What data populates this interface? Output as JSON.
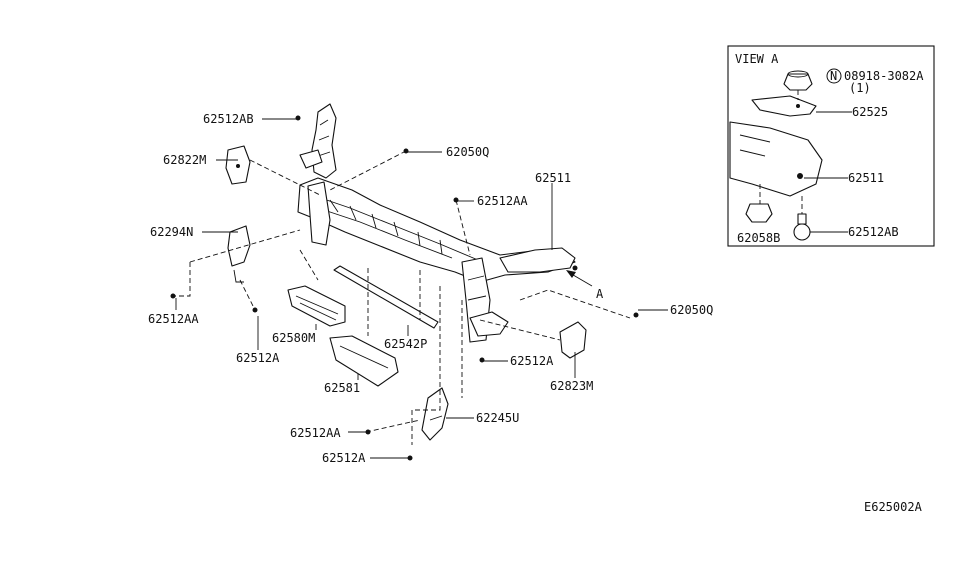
{
  "diagram": {
    "view_a_title": "VIEW A",
    "arrow_label": "A",
    "drawing_code": "E625002A",
    "labels": {
      "p62512AB": "62512AB",
      "p62822M": "62822M",
      "p62294N": "62294N",
      "p62512AA_left": "62512AA",
      "p62512A_left": "62512A",
      "p62580M": "62580M",
      "p62581": "62581",
      "p62542P": "62542P",
      "p62050Q_top": "62050Q",
      "p62512AA_mid": "62512AA",
      "p62511": "62511",
      "p62050Q_right": "62050Q",
      "p62512A_right": "62512A",
      "p62823M": "62823M",
      "p62245U": "62245U",
      "p62512AA_bottom": "62512AA",
      "p62512A_bottom": "62512A"
    },
    "view_a": {
      "nut_symbol": "N",
      "nut_part": "08918-3082A",
      "nut_qty": "(1)",
      "p62525": "62525",
      "p62511": "62511",
      "p62058B": "62058B",
      "p62512AB": "62512AB"
    }
  }
}
